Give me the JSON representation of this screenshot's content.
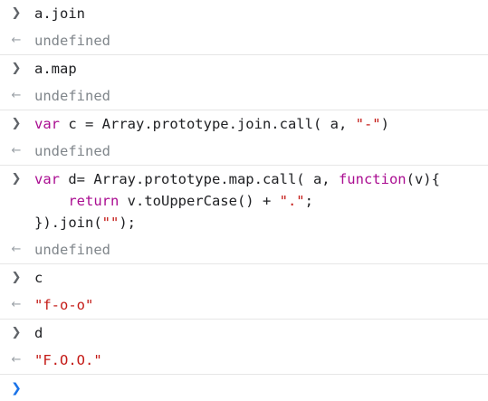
{
  "entries": [
    {
      "input": "a.join",
      "output": "undefined"
    },
    {
      "input": "a.map",
      "output": "undefined"
    },
    {
      "input_parts": [
        "var",
        " c = Array.prototype.join.call( a, ",
        "\"-\"",
        ")"
      ],
      "output": "undefined"
    },
    {
      "input_lines": [
        {
          "parts": [
            "var",
            " d= Array.prototype.map.call( a, ",
            "function",
            "(v){"
          ]
        },
        {
          "parts": [
            "    ",
            "return",
            " v.toUpperCase() + ",
            "\".\"",
            ";"
          ]
        },
        {
          "parts": [
            "}).join(",
            "\"\"",
            ");"
          ]
        }
      ],
      "output": "undefined"
    },
    {
      "input": "c",
      "output": "\"f-o-o\""
    },
    {
      "input": "d",
      "output": "\"F.O.O.\""
    }
  ],
  "icons": {
    "input_marker": "chevron-right-icon",
    "output_marker": "return-arrow-icon",
    "prompt_marker": "prompt-chevron-icon"
  },
  "colors": {
    "keyword": "#aa0d91",
    "string": "#c41a16",
    "undefined": "#80868b",
    "prompt": "#1a73e8"
  }
}
